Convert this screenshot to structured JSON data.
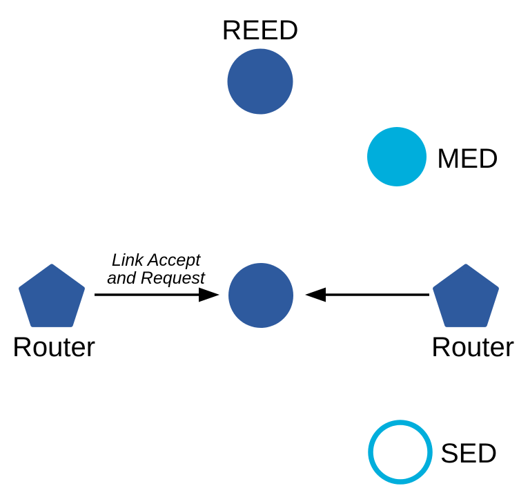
{
  "diagram": {
    "description": "Network topology diagram with routers and end devices",
    "colors": {
      "node_blue": "#2E5A9E",
      "node_cyan": "#00AEDC",
      "line_black": "#000000",
      "background": "#FFFFFF"
    },
    "nodes": {
      "reed": {
        "label": "REED"
      },
      "med": {
        "label": "MED"
      },
      "center": {
        "label": ""
      },
      "sed": {
        "label": "SED"
      },
      "router_left": {
        "label": "Router"
      },
      "router_right": {
        "label": "Router"
      }
    },
    "edges": {
      "left_router_to_center": {
        "label_line_1": "Link Accept",
        "label_line_2": "and Request"
      },
      "right_router_to_center": {}
    }
  }
}
